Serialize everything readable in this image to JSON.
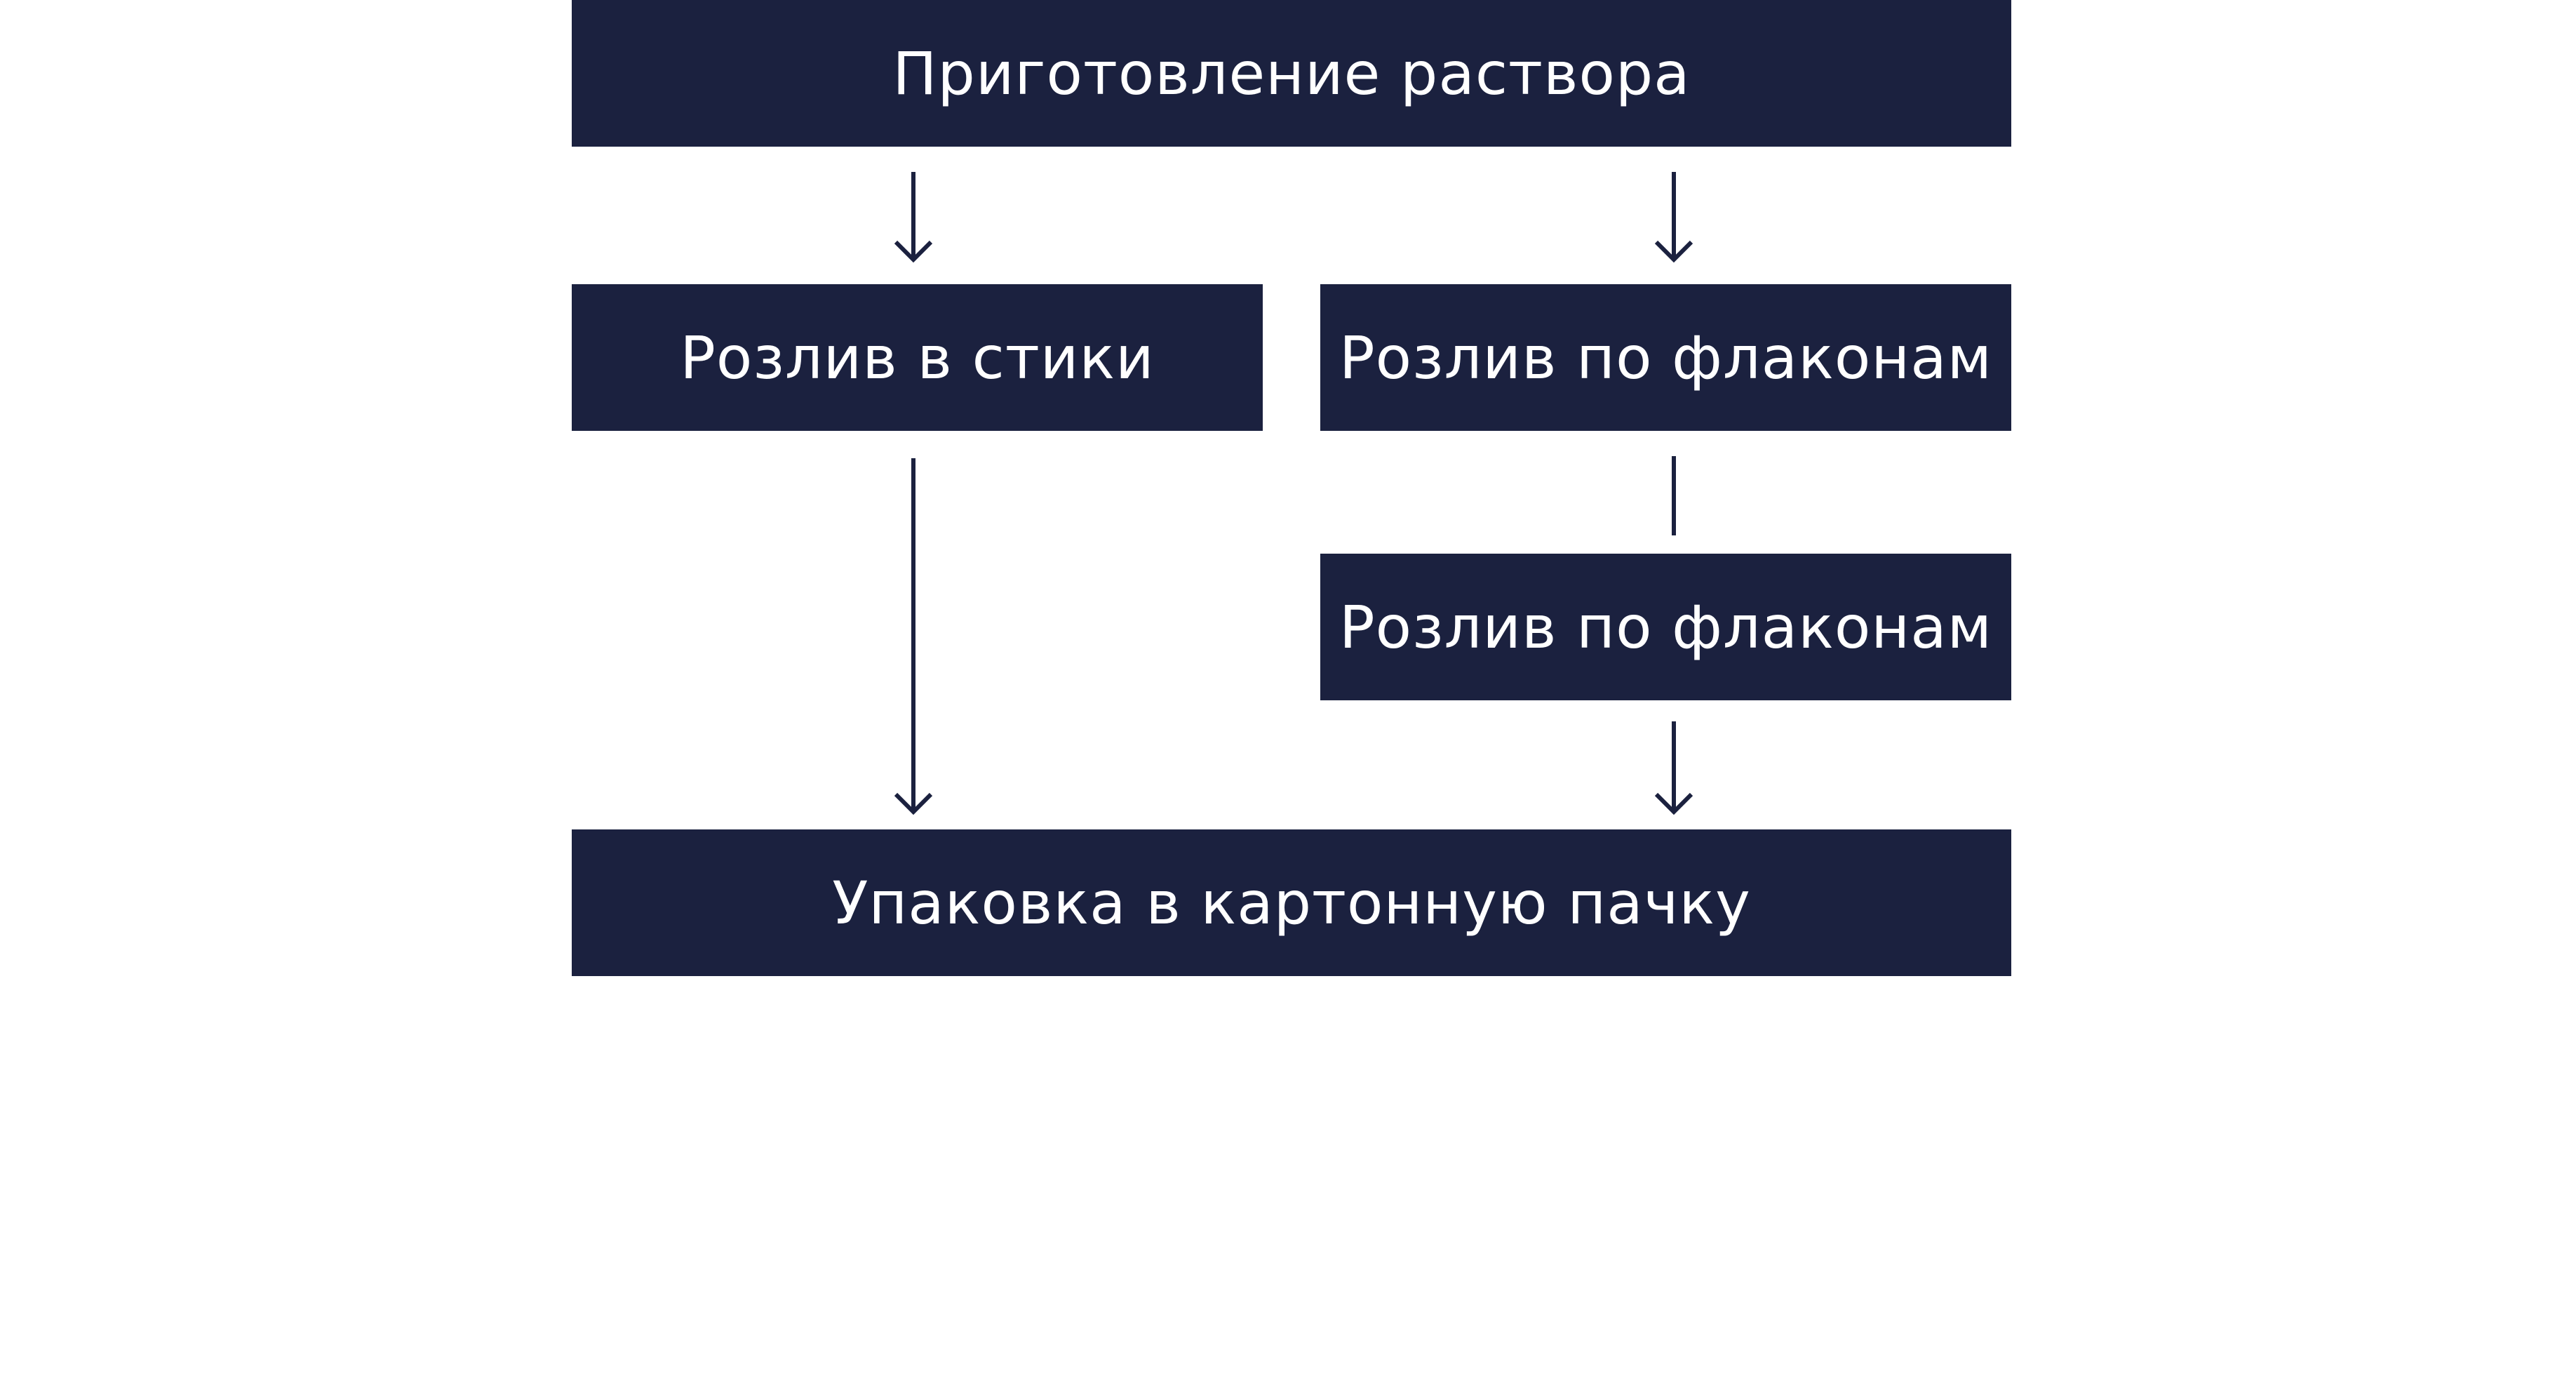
{
  "diagram": {
    "nodes": {
      "preparation": "Приготовление раствора",
      "sticks": "Розлив в стики",
      "vials_first": "Розлив по флаконам",
      "vials_second": "Розлив по флаконам",
      "packaging": "Упаковка в картонную пачку"
    },
    "edges": [
      {
        "from": "preparation",
        "to": "sticks",
        "arrow": true
      },
      {
        "from": "preparation",
        "to": "vials_first",
        "arrow": true
      },
      {
        "from": "sticks",
        "to": "packaging",
        "arrow": true
      },
      {
        "from": "vials_first",
        "to": "vials_second",
        "arrow": false
      },
      {
        "from": "vials_second",
        "to": "packaging",
        "arrow": true
      }
    ],
    "colors": {
      "node_fill": "#1b213f",
      "node_text": "#ffffff",
      "connector": "#1b213f",
      "background": "#ffffff"
    }
  }
}
